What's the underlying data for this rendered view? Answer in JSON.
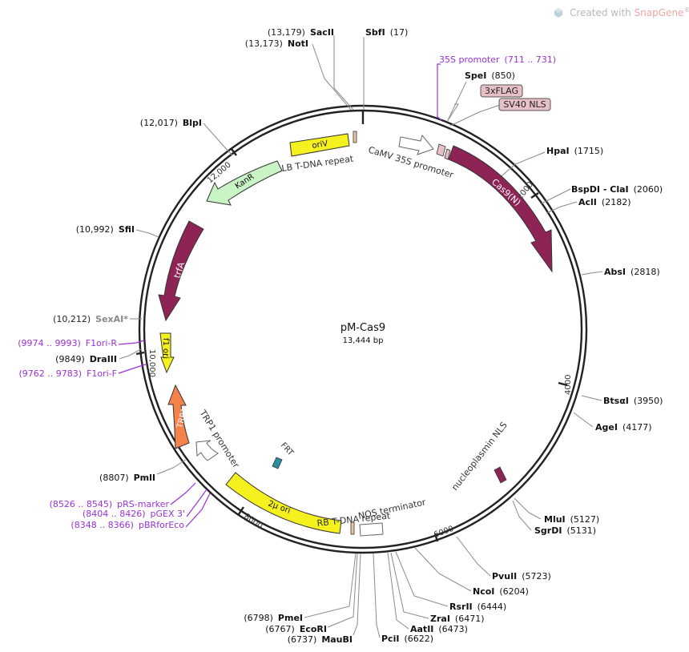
{
  "watermark": {
    "prefix": "Created with ",
    "brand": "SnapGene",
    "reg": "®"
  },
  "plasmid": {
    "name": "pM-Cas9",
    "length_label": "13,444 bp",
    "length_bp": 13444
  },
  "colors": {
    "backbone": "#222222",
    "enzyme_text": "#111111",
    "enzyme_line": "#8a8a8a",
    "primer": "#9b30d9",
    "cas9": "#8e2456",
    "trfA": "#8e2456",
    "oriV": "#f5f11e",
    "f1ori": "#f5f11e",
    "twomu": "#f5f11e",
    "kanR": "#c9f5c6",
    "TRP1": "#f5814b",
    "feature_box": "#e6bfc7",
    "frt": "#2b8ea0",
    "nls": "#8e2456"
  },
  "ticks": [
    {
      "bp": 2000,
      "label": "2000"
    },
    {
      "bp": 4000,
      "label": "4000"
    },
    {
      "bp": 6000,
      "label": "6000"
    },
    {
      "bp": 8000,
      "label": "8000"
    },
    {
      "bp": 10000,
      "label": "10,000"
    },
    {
      "bp": 12000,
      "label": "12,000"
    }
  ],
  "enzymes": [
    {
      "name": "SacII",
      "pos": "(13,179)",
      "side": "left"
    },
    {
      "name": "NotI",
      "pos": "(13,173)",
      "side": "left"
    },
    {
      "name": "SbfI",
      "pos": "(17)",
      "side": "right"
    },
    {
      "name": "SpeI",
      "pos": "(850)",
      "side": "right"
    },
    {
      "name": "HpaI",
      "pos": "(1715)",
      "side": "right"
    },
    {
      "name": "BspDI - ClaI",
      "pos": "(2060)",
      "side": "right"
    },
    {
      "name": "AclI",
      "pos": "(2182)",
      "side": "right"
    },
    {
      "name": "AbsI",
      "pos": "(2818)",
      "side": "right"
    },
    {
      "name": "BtsαI",
      "pos": "(3950)",
      "side": "right"
    },
    {
      "name": "AgeI",
      "pos": "(4177)",
      "side": "right"
    },
    {
      "name": "MluI",
      "pos": "(5127)",
      "side": "right"
    },
    {
      "name": "SgrDI",
      "pos": "(5131)",
      "side": "right"
    },
    {
      "name": "PvuII",
      "pos": "(5723)",
      "side": "right"
    },
    {
      "name": "NcoI",
      "pos": "(6204)",
      "side": "right"
    },
    {
      "name": "RsrII",
      "pos": "(6444)",
      "side": "right"
    },
    {
      "name": "ZraI",
      "pos": "(6471)",
      "side": "right"
    },
    {
      "name": "AatII",
      "pos": "(6473)",
      "side": "right"
    },
    {
      "name": "PciI",
      "pos": "(6622)",
      "side": "right"
    },
    {
      "name": "MauBI",
      "pos": "(6737)",
      "side": "left"
    },
    {
      "name": "EcoRI",
      "pos": "(6767)",
      "side": "left"
    },
    {
      "name": "PmeI",
      "pos": "(6798)",
      "side": "left"
    },
    {
      "name": "PmlI",
      "pos": "(8807)",
      "side": "left"
    },
    {
      "name": "DraIII",
      "pos": "(9849)",
      "side": "left"
    },
    {
      "name": "SexAI*",
      "pos": "(10,212)",
      "side": "left",
      "muted": true
    },
    {
      "name": "SfiI",
      "pos": "(10,992)",
      "side": "left"
    },
    {
      "name": "BlpI",
      "pos": "(12,017)",
      "side": "left"
    }
  ],
  "primers": [
    {
      "name": "35S promoter",
      "range": "(711 .. 731)"
    },
    {
      "name": "F1ori-R",
      "range": "(9974 .. 9993)"
    },
    {
      "name": "F1ori-F",
      "range": "(9762 .. 9783)"
    },
    {
      "name": "pRS-marker",
      "range": "(8526 .. 8545)"
    },
    {
      "name": "pGEX 3'",
      "range": "(8404 .. 8426)"
    },
    {
      "name": "pBRforEco",
      "range": "(8348 .. 8366)"
    }
  ],
  "features": {
    "oriV": "oriV",
    "lb_repeat": "LB T-DNA repeat",
    "camv_promoter": "CaMV 35S promoter",
    "flag": "3xFLAG",
    "sv40": "SV40 NLS",
    "cas9": "Cas9(N)",
    "kanR": "KanR",
    "trfA": "trfA",
    "f1ori": "f1 ori",
    "trp1": "TRP1",
    "trp1_promoter": "TRP1 promoter",
    "frt": "FRT",
    "twomu": "2μ ori",
    "rb_repeat": "RB T-DNA repeat",
    "nos": "NOS terminator",
    "nucleoplasmin": "nucleoplasmin NLS"
  }
}
